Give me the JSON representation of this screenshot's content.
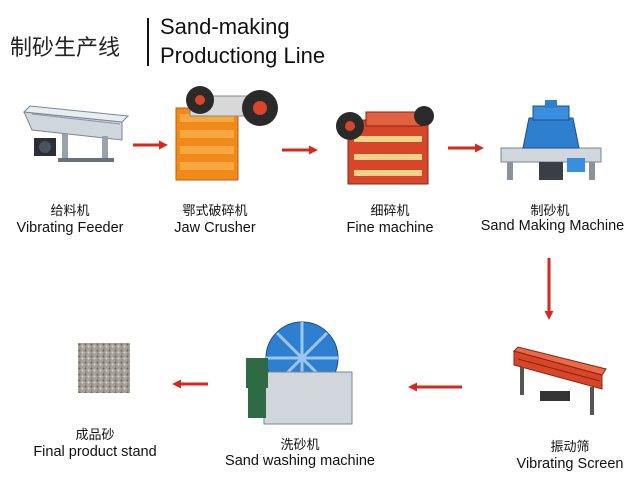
{
  "title": {
    "chinese": "制砂生产线",
    "english_line1": "Sand-making",
    "english_line2": "Productiong Line"
  },
  "stages": [
    {
      "cn": "给料机",
      "en": "Vibrating Feeder"
    },
    {
      "cn": "鄂式破碎机",
      "en": "Jaw Crusher"
    },
    {
      "cn": "细碎机",
      "en": "Fine machine"
    },
    {
      "cn": "制砂机",
      "en": "Sand Making Machine"
    },
    {
      "cn": "振动筛",
      "en": "Vibrating Screen"
    },
    {
      "cn": "洗砂机",
      "en": "Sand washing machine"
    },
    {
      "cn": "成品砂",
      "en": "Final product stand"
    }
  ],
  "colors": {
    "arrow": "#d42a1e",
    "machine_orange": "#f08a1a",
    "machine_red": "#d8462a",
    "machine_blue": "#2e7fd0",
    "machine_grey": "#c8cfd6"
  }
}
